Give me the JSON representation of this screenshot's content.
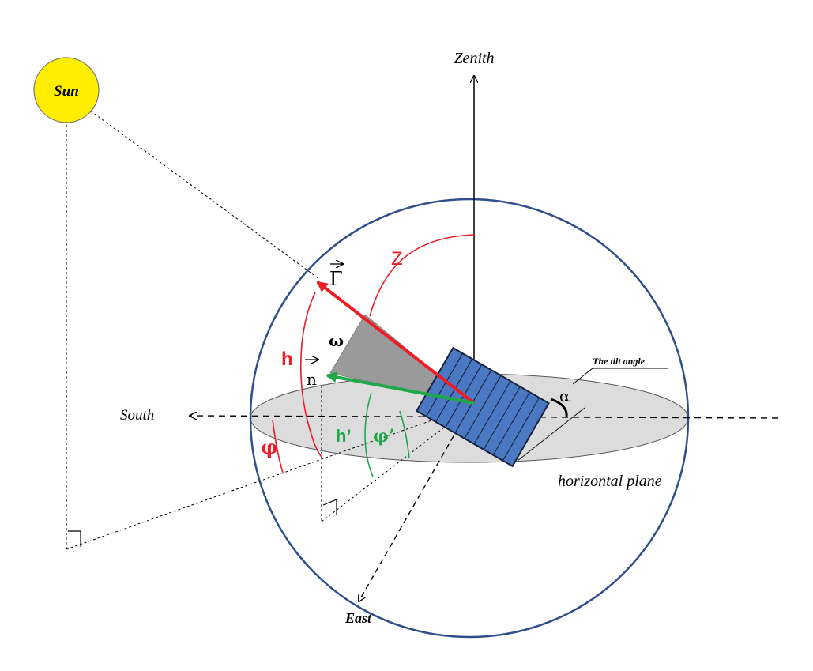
{
  "labels": {
    "sun": "Sun",
    "zenith": "Zenith",
    "south": "South",
    "east": "East",
    "horizontal_plane": "horizontal plane",
    "tilt_angle": "The tilt angle",
    "zenith_angle": "Z",
    "sun_vector": "Γ",
    "normal_vector": "n",
    "height": "h",
    "height_prime": "h’",
    "omega": "ω",
    "alpha": "α",
    "phi": "φ",
    "phi_prime": "φ’"
  },
  "colors": {
    "sun_fill": "#ffee00",
    "sphere": "#2e4f8c",
    "plane": "#dcdcdc",
    "panel": "#4a78c2",
    "panel_stroke": "#16233d",
    "sun_ray": "#ee1c24",
    "normal": "#1fa84a",
    "omega_wedge": "#9a9a9a"
  }
}
